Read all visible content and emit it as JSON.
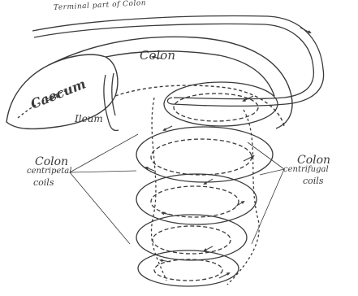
{
  "labels": {
    "terminal_colon": "Terminal part of Colon",
    "colon": "Colon",
    "caecum": "Caecum",
    "ileum": "Ileum",
    "centripetal_title": "Colon",
    "centripetal_sub": "centripetal",
    "centripetal_sub2": "coils",
    "centrifugal_title": "Colon",
    "centrifugal_sub": "centrifugal",
    "centrifugal_sub2": "coils"
  },
  "colors": {
    "ink": "#3a3a3a",
    "background": "#ffffff"
  }
}
